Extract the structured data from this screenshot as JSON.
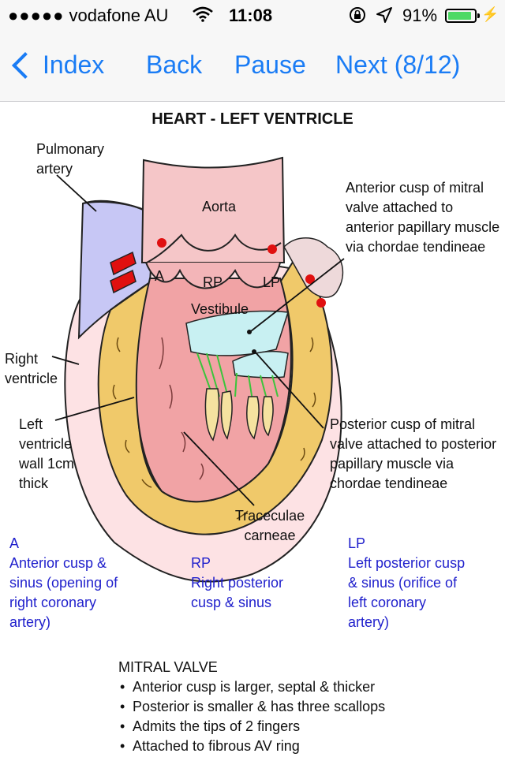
{
  "status_bar": {
    "carrier": "vodafone AU",
    "time": "11:08",
    "battery_percent": "91%",
    "battery_level": 0.91,
    "icons": [
      "signal-dots-icon",
      "wifi-icon",
      "rotation-lock-icon",
      "location-arrow-icon",
      "battery-icon",
      "charging-bolt-icon"
    ]
  },
  "nav": {
    "back_index": "Index",
    "back": "Back",
    "pause": "Pause",
    "next": "Next (8/12)"
  },
  "diagram": {
    "title": "HEART - LEFT VENTRICLE",
    "labels": {
      "pulmonary_artery": "Pulmonary artery",
      "aorta": "Aorta",
      "cusp_a": "A",
      "cusp_rp": "RP",
      "cusp_lp": "LP",
      "vestibule": "Vestibule",
      "right_ventricle": "Right ventricle",
      "lv_wall": "Left ventricle wall 1cm thick",
      "anterior_cusp": "Anterior cusp of mitral valve attached to anterior papillary muscle via chordae tendineae",
      "posterior_cusp": "Posterior cusp of mitral valve attached to posterior papillary muscle via chordae tendineae",
      "traceculae": "Traceculae carneae"
    },
    "key": {
      "a": {
        "code": "A",
        "text": "Anterior cusp & sinus (opening of right coronary artery)"
      },
      "rp": {
        "code": "RP",
        "text": "Right posterior cusp & sinus"
      },
      "lp": {
        "code": "LP",
        "text": "Left posterior cusp & sinus (orifice of left coronary artery)"
      }
    },
    "colors": {
      "key_text": "#1f1fcc",
      "pulmonary": "#c7c7f5",
      "muscle": "#f0c96a",
      "cavity": "#f1a3a5",
      "vessel": "#f5c6c8",
      "valve": "#c8f0f2",
      "chordae": "#3cc43c",
      "coronary_dot": "#e01010"
    }
  },
  "notes": {
    "heading": "MITRAL VALVE",
    "items": [
      "Anterior cusp is larger, septal & thicker",
      "Posterior is smaller & has three scallops",
      "Admits the tips of 2 fingers",
      "Attached to fibrous AV ring"
    ]
  }
}
